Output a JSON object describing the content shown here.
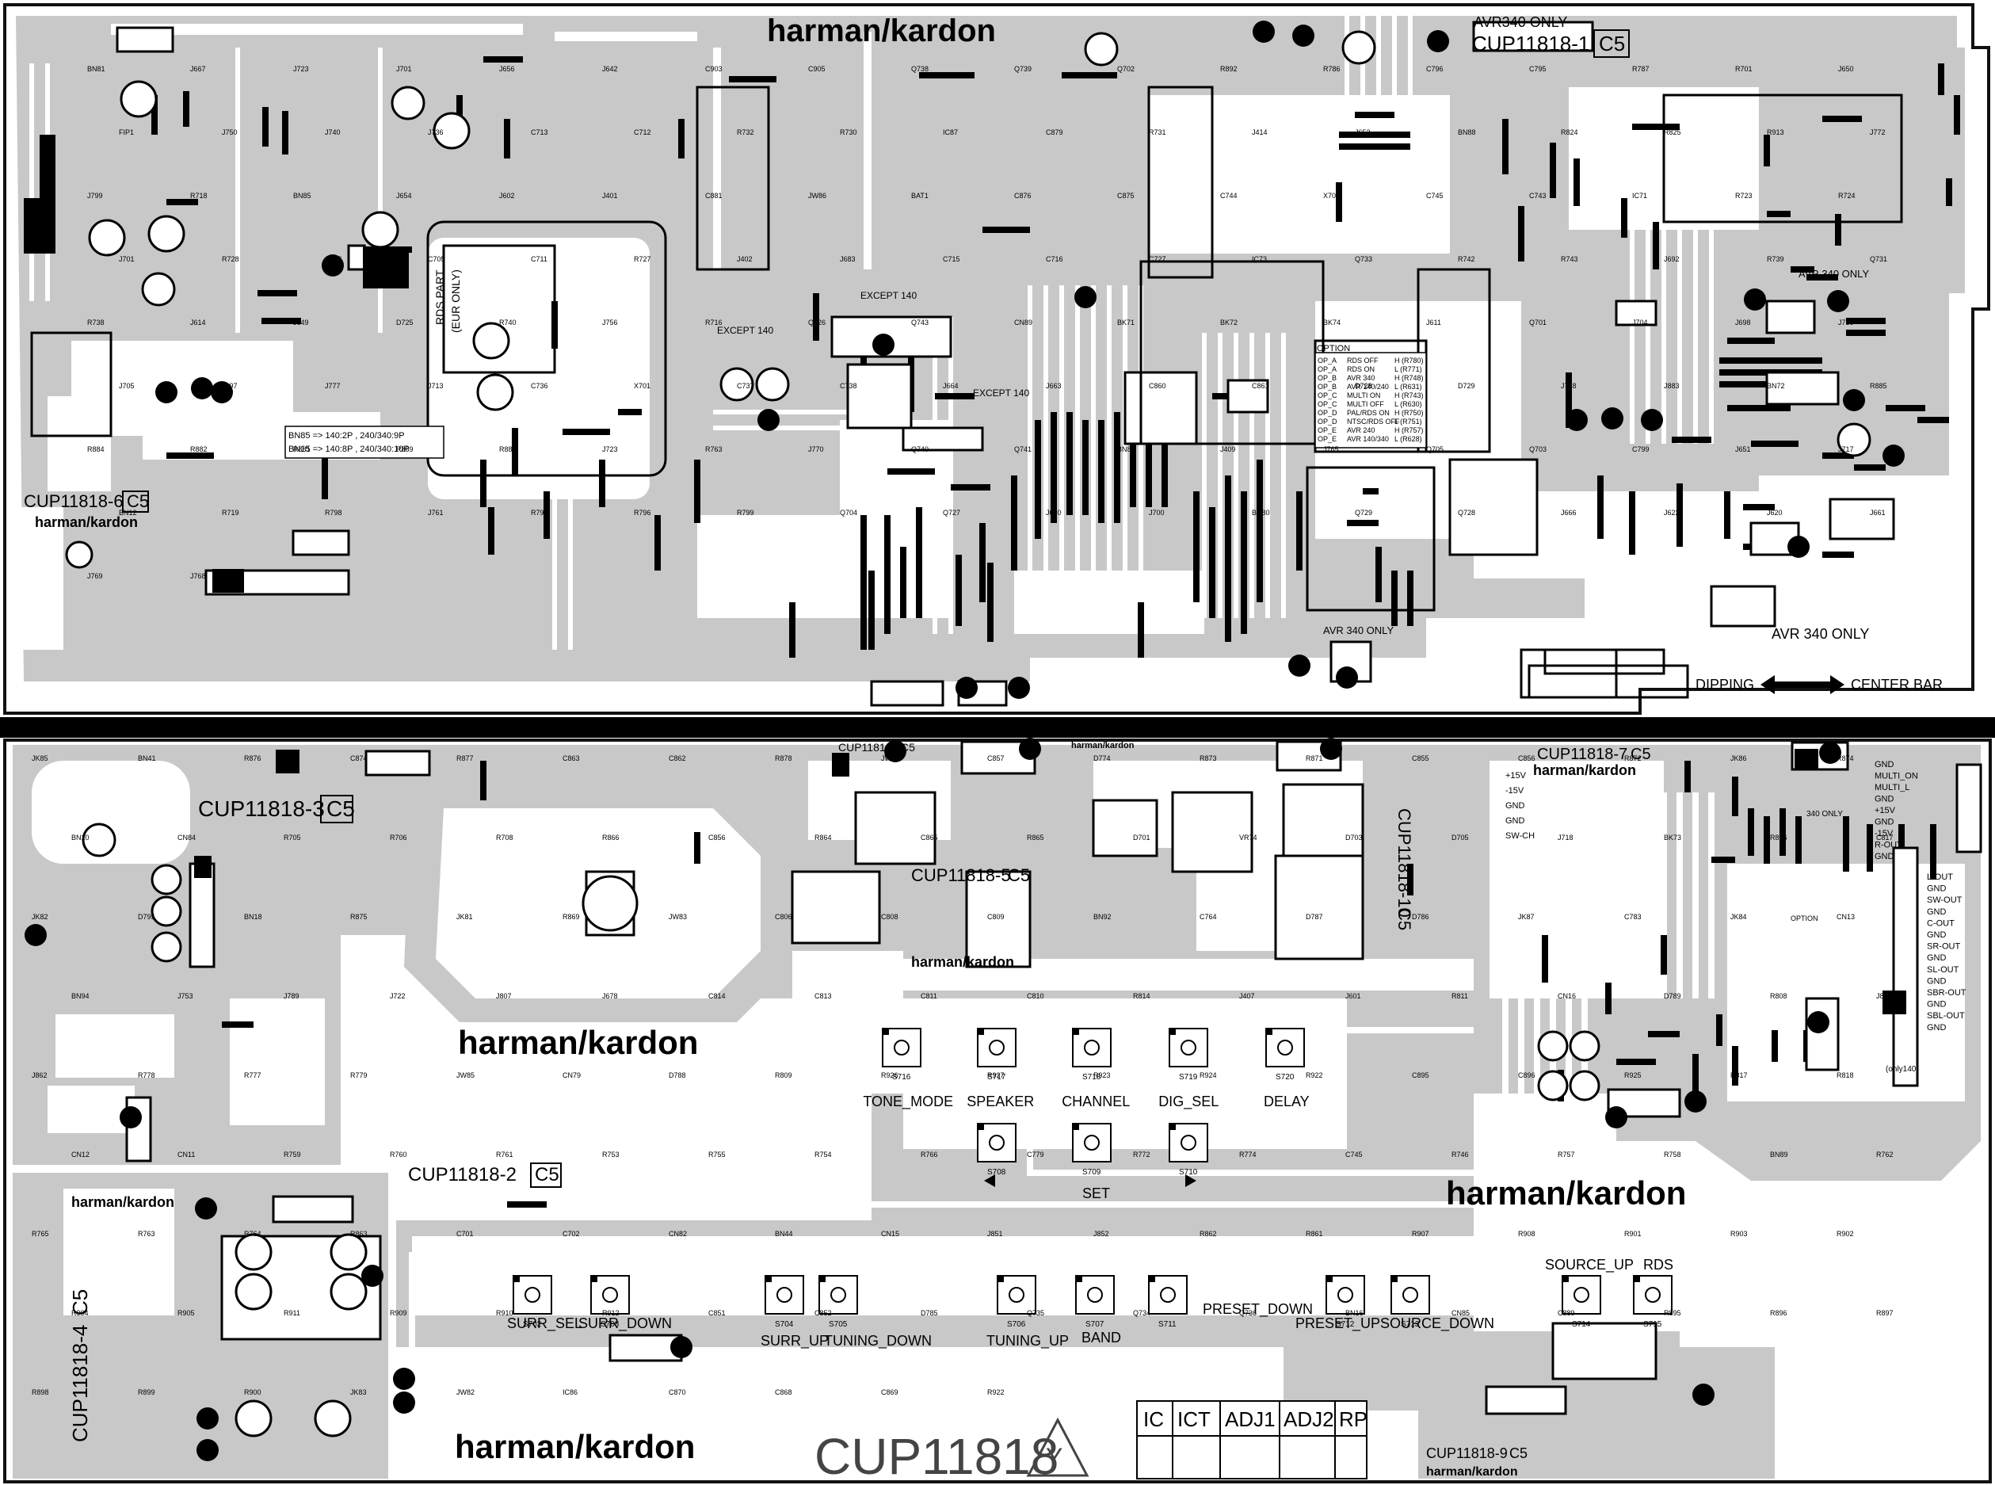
{
  "brand": "harman/kardon",
  "board_title": "CUP11818",
  "board_suffix": "Y",
  "sections": [
    {
      "id": "1",
      "label": "CUP11818-1",
      "rev": "C5"
    },
    {
      "id": "2",
      "label": "CUP11818-2",
      "rev": "C5"
    },
    {
      "id": "3",
      "label": "CUP11818-3",
      "rev": "C5"
    },
    {
      "id": "4",
      "label": "CUP11818-4",
      "rev": "C5"
    },
    {
      "id": "5",
      "label": "CUP11818-5",
      "rev": "C5"
    },
    {
      "id": "6",
      "label": "CUP11818-6",
      "rev": "C5"
    },
    {
      "id": "7",
      "label": "CUP11818-7",
      "rev": "C5"
    },
    {
      "id": "8",
      "label": "CUP11818-8",
      "rev": "C5"
    },
    {
      "id": "9",
      "label": "CUP11818-9",
      "rev": "C5"
    },
    {
      "id": "10",
      "label": "CUP11818-10",
      "rev": "C5"
    }
  ],
  "notes": {
    "avr340_only": "AVR340 ONLY",
    "avr_340_only": "AVR 340 ONLY",
    "dipping": "DIPPING",
    "center_bar": "CENTER BAR",
    "except_140": "EXCEPT 140",
    "rds_part": "RDS PART",
    "eur_only": "(EUR ONLY)",
    "bn85": "BN85 => 140:2P , 240/340:9P",
    "bn15": "BN15 => 140:8P , 240/340:10P",
    "option": "OPTION",
    "only_340": "340 ONLY",
    "only_140": "(only140)"
  },
  "option_table": [
    [
      "OP_A",
      "RDS OFF",
      "H (R780)"
    ],
    [
      "OP_A",
      "RDS ON",
      "L (R771)"
    ],
    [
      "OP_B",
      "AVR 340",
      "H (R748)"
    ],
    [
      "OP_B",
      "AVR 140/240",
      "L (R631)"
    ],
    [
      "OP_C",
      "MULTI ON",
      "H (R743)"
    ],
    [
      "OP_C",
      "MULTI OFF",
      "L (R630)"
    ],
    [
      "OP_D",
      "PAL/RDS ON",
      "H (R750)"
    ],
    [
      "OP_D",
      "NTSC/RDS OFF",
      "L (R751)"
    ],
    [
      "OP_E",
      "AVR 240",
      "H (R757)"
    ],
    [
      "OP_E",
      "AVR 140/340",
      "L (R628)"
    ]
  ],
  "buttons_row1": [
    {
      "ref": "S716",
      "label": "TONE_MODE"
    },
    {
      "ref": "S717",
      "label": "SPEAKER"
    },
    {
      "ref": "S718",
      "label": "CHANNEL"
    },
    {
      "ref": "S719",
      "label": "DIG_SEL"
    },
    {
      "ref": "S720",
      "label": "DELAY"
    }
  ],
  "buttons_row2": [
    {
      "ref": "S708",
      "label": ""
    },
    {
      "ref": "S709",
      "label": ""
    },
    {
      "ref": "S710",
      "label": ""
    }
  ],
  "set_label": "SET",
  "buttons_row3_labels": {
    "surr_sel": "SURR_SEL",
    "surr_down": "SURR_DOWN",
    "surr_up": "SURR_UP",
    "tuning_down": "TUNING_DOWN",
    "tuning_up": "TUNING_UP",
    "band": "BAND",
    "preset_down": "PRESET_DOWN",
    "preset_up": "PRESET_UP",
    "source_down": "SOURCE_DOWN",
    "source_up": "SOURCE_UP",
    "rds": "RDS"
  },
  "buttons_row3_refs": [
    "S702",
    "S703",
    "S704",
    "S705",
    "S706",
    "S707",
    "S711",
    "S712",
    "S713",
    "S714",
    "S715"
  ],
  "inspection_table": [
    "IC",
    "ICT",
    "ADJ1",
    "ADJ2",
    "RP"
  ],
  "out_labels": [
    "L-OUT",
    "GND",
    "SW-OUT",
    "GND",
    "C-OUT",
    "GND",
    "SR-OUT",
    "GND",
    "SL-OUT",
    "GND",
    "SBR-OUT",
    "GND",
    "SBL-OUT",
    "GND"
  ],
  "cn13_labels": [
    "GND",
    "MULTI_ON",
    "MULTI_L",
    "GND",
    "+15V",
    "GND",
    "-15V",
    "R-OUT",
    "GND"
  ],
  "left_pins": [
    "+15V",
    "-15V",
    "GND",
    "GND",
    "SW-CH"
  ],
  "refdes": {
    "top": [
      "BN81",
      "J667",
      "J723",
      "J701",
      "J656",
      "J642",
      "C903",
      "C905",
      "Q738",
      "Q739",
      "Q702",
      "R892",
      "R786",
      "C796",
      "C795",
      "R787",
      "R701",
      "J650",
      "FIP1",
      "J750",
      "J740",
      "J736",
      "C713",
      "C712",
      "R732",
      "R730",
      "IC87",
      "C879",
      "R731",
      "J414",
      "J652",
      "BN88",
      "R824",
      "R825",
      "R913",
      "J772",
      "J799",
      "R718",
      "BN85",
      "J654",
      "J602",
      "J401",
      "C881",
      "JW86",
      "BAT1",
      "C876",
      "C875",
      "C744",
      "X702",
      "C745",
      "C743",
      "IC71",
      "R723",
      "R724",
      "J701",
      "R728",
      "C746",
      "C705",
      "C711",
      "R727",
      "J402",
      "J683",
      "C715",
      "C716",
      "C727",
      "IC73",
      "Q733",
      "R742",
      "R743",
      "J692",
      "R739",
      "Q731",
      "R738",
      "J614",
      "J649",
      "D725",
      "R740",
      "J756",
      "R716",
      "Q726",
      "Q743",
      "CN89",
      "BK71",
      "BK72",
      "BK74",
      "J611",
      "Q701",
      "J704",
      "J698",
      "J739",
      "J705",
      "J697",
      "J777",
      "J713",
      "C736",
      "X701",
      "C737",
      "C738",
      "J664",
      "J663",
      "C860",
      "C861",
      "D728",
      "D729",
      "J748",
      "J883",
      "BN72",
      "R885",
      "R884",
      "R882",
      "R881",
      "R889",
      "R887",
      "J723",
      "R763",
      "J770",
      "Q740",
      "Q741",
      "BN84",
      "J409",
      "J765",
      "Q705",
      "Q703",
      "C799",
      "J651",
      "J717",
      "BN12",
      "R719",
      "R798",
      "J761",
      "R797",
      "R796",
      "R799",
      "Q704",
      "Q727",
      "J660",
      "J700",
      "BN80",
      "Q729",
      "Q728",
      "J666",
      "J622",
      "J620",
      "J661",
      "J769",
      "J768"
    ]
  },
  "bottom_refdes": [
    "JK85",
    "BN41",
    "R876",
    "C874",
    "R877",
    "C863",
    "C862",
    "R878",
    "JW84",
    "C857",
    "D774",
    "R873",
    "R871",
    "C855",
    "C856",
    "R872",
    "JK86",
    "R874",
    "BN10",
    "CN84",
    "R705",
    "R706",
    "R708",
    "R866",
    "C856",
    "R864",
    "C865",
    "R865",
    "D701",
    "VR74",
    "D703",
    "D705",
    "J718",
    "BK73",
    "R806",
    "C817",
    "JK82",
    "D795",
    "BN18",
    "R875",
    "JK81",
    "R869",
    "JW83",
    "C806",
    "C808",
    "C809",
    "BN92",
    "C764",
    "D787",
    "D786",
    "JK87",
    "C783",
    "JK84",
    "CN13",
    "BN94",
    "J753",
    "J789",
    "J722",
    "J807",
    "J678",
    "C814",
    "C813",
    "C811",
    "C810",
    "R814",
    "J407",
    "J601",
    "R811",
    "CN16",
    "D789",
    "R808",
    "J835",
    "J862",
    "R778",
    "R777",
    "R779",
    "JW85",
    "CN79",
    "D788",
    "R809",
    "R926",
    "R927",
    "R923",
    "R924",
    "R922",
    "C895",
    "C896",
    "R925",
    "R817",
    "R818",
    "CN12",
    "CN11",
    "R759",
    "R760",
    "R761",
    "R753",
    "R755",
    "R754",
    "R766",
    "C779",
    "R772",
    "R774",
    "C745",
    "R746",
    "R757",
    "R758",
    "BN89",
    "R762",
    "R765",
    "R763",
    "R764",
    "R863",
    "C701",
    "C702",
    "CN82",
    "BN44",
    "CN15",
    "J851",
    "J852",
    "R862",
    "R861",
    "R907",
    "R908",
    "R901",
    "R903",
    "R902",
    "R904",
    "R905",
    "R911",
    "R909",
    "R910",
    "R912",
    "C851",
    "C852",
    "D785",
    "Q735",
    "Q734",
    "Q736",
    "BN16",
    "CN85",
    "C889",
    "R895",
    "R896",
    "R897",
    "R898",
    "R899",
    "R900",
    "JK83",
    "JW82",
    "IC86",
    "C870",
    "C868",
    "C869",
    "R922"
  ]
}
